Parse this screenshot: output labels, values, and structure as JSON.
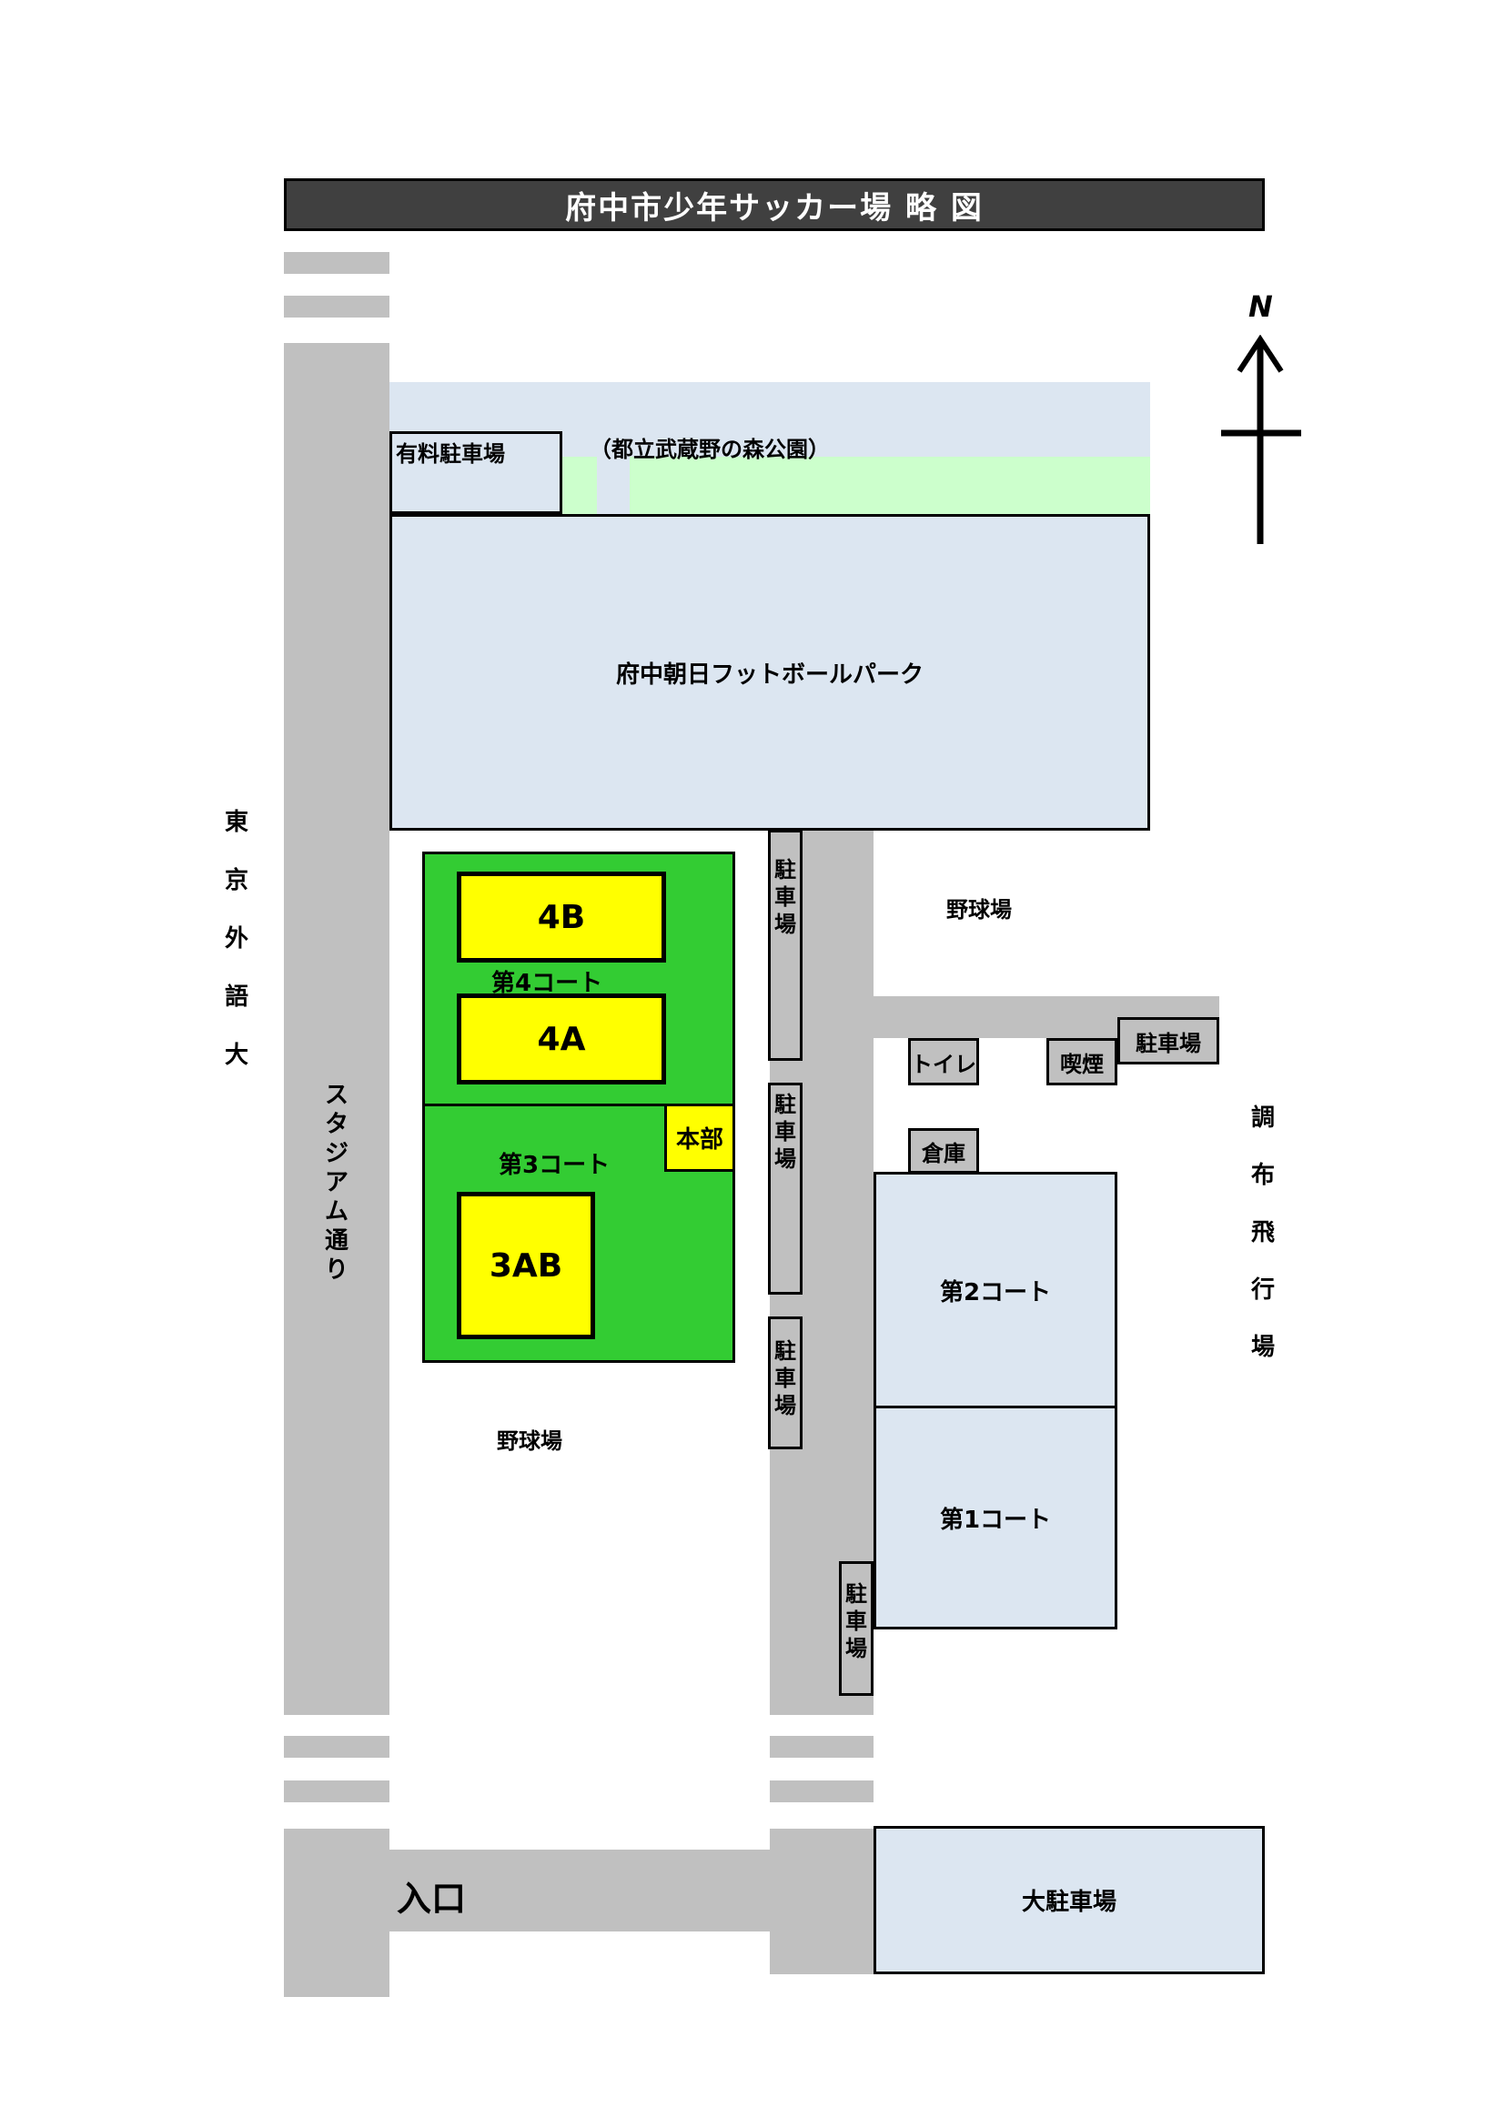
{
  "title": "府中市少年サッカー場 略 図",
  "compass": {
    "letter": "N"
  },
  "park": {
    "paid_parking": "有料駐車場",
    "metro_park": "（都立武蔵野の森公園）",
    "football_park": "府中朝日フットボールパーク"
  },
  "courts": {
    "c4b": "4B",
    "c4a": "4A",
    "court4_label": "第4コート",
    "court3_label": "第3コート",
    "c3ab": "3AB",
    "hq": "本部",
    "court2_label": "第2コート",
    "court1_label": "第1コート"
  },
  "facilities": {
    "toilet": "トイレ",
    "smoking": "喫煙",
    "parking_right": "駐車場",
    "storage": "倉庫",
    "big_parking": "大駐車場",
    "entrance": "入口"
  },
  "labels": {
    "baseball_top": "野球場",
    "baseball_bottom": "野球場"
  },
  "vertical": {
    "tufs": [
      "東",
      "京",
      "外",
      "語",
      "大"
    ],
    "stadium_road": [
      "ス",
      "タ",
      "ジ",
      "ア",
      "ム",
      "通",
      "り"
    ],
    "chofu_airport": [
      "調",
      "布",
      "飛",
      "行",
      "場"
    ],
    "parking_a": [
      "駐",
      "車",
      "場"
    ],
    "parking_b": [
      "駐",
      "車",
      "場"
    ],
    "parking_c": [
      "駐",
      "車",
      "場"
    ],
    "parking_d": [
      "駐",
      "車",
      "場"
    ]
  },
  "colors": {
    "road": "#c0c0c0",
    "zone": "#dce6f1",
    "green_field": "#33cc33",
    "court_yellow": "#ffff00",
    "lawn": "#ccffcc",
    "title_bar": "#404040"
  }
}
